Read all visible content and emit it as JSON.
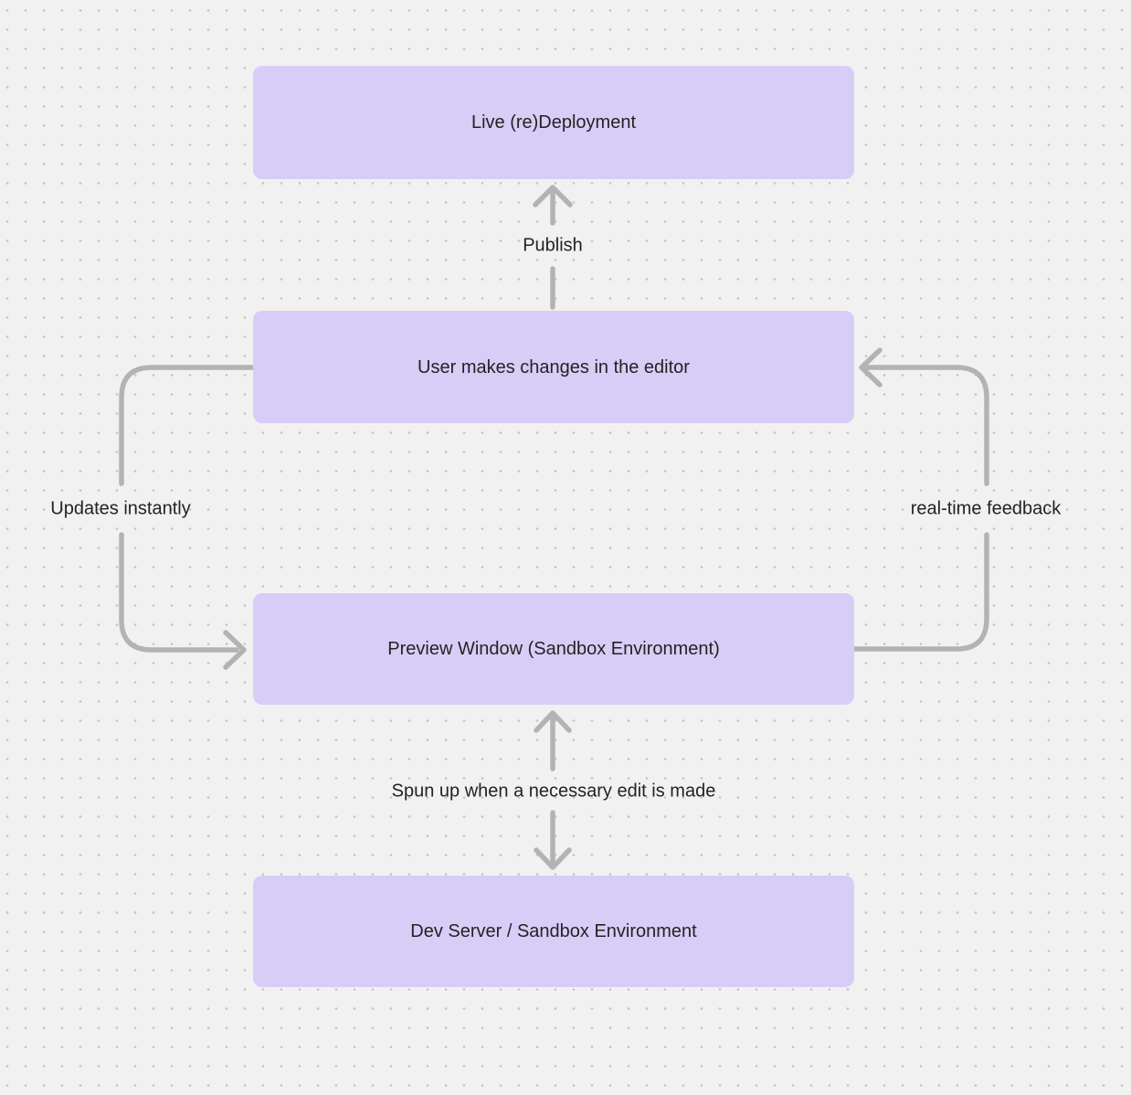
{
  "palette": {
    "background": "#f2f1f1",
    "dot_color": "#c7c6c5",
    "node_fill": "#d8cdf7",
    "arrow": "#b3b3b3",
    "text": "#232323"
  },
  "nodes": [
    {
      "id": "live-redeployment",
      "label": "Live (re)Deployment"
    },
    {
      "id": "user-editor",
      "label": "User makes changes in the editor"
    },
    {
      "id": "preview-window",
      "label": "Preview Window (Sandbox Environment)"
    },
    {
      "id": "dev-server",
      "label": "Dev Server / Sandbox Environment"
    }
  ],
  "edges": [
    {
      "label": "Publish",
      "from": "user-editor",
      "to": "live-redeployment",
      "style": "straight-up-arrow"
    },
    {
      "label": "Updates instantly",
      "from": "user-editor",
      "to": "preview-window",
      "style": "left-loop-arrow"
    },
    {
      "label": "real-time feedback",
      "from": "preview-window",
      "to": "user-editor",
      "style": "right-loop-arrow"
    },
    {
      "label": "Spun up when a necessary edit is made",
      "from": "preview-window",
      "to": "dev-server",
      "style": "bidirectional-arrow"
    }
  ]
}
